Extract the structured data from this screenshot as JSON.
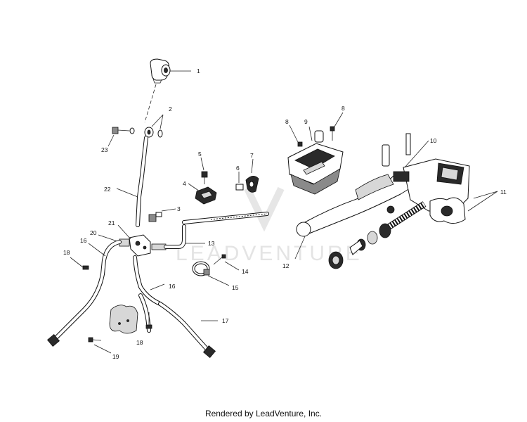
{
  "watermark": "LEADVENTURE",
  "credit": "Rendered by LeadVenture, Inc.",
  "callouts": {
    "c1": "1",
    "c2": "2",
    "c3": "3",
    "c4": "4",
    "c5": "5",
    "c6": "6",
    "c7": "7",
    "c8a": "8",
    "c8b": "8",
    "c9": "9",
    "c10": "10",
    "c11": "11",
    "c12": "12",
    "c13": "13",
    "c14": "14",
    "c15": "15",
    "c16a": "16",
    "c16b": "16",
    "c17": "17",
    "c18a": "18",
    "c18b": "18",
    "c19": "19",
    "c20": "20",
    "c21": "21",
    "c22": "22",
    "c23": "23"
  }
}
